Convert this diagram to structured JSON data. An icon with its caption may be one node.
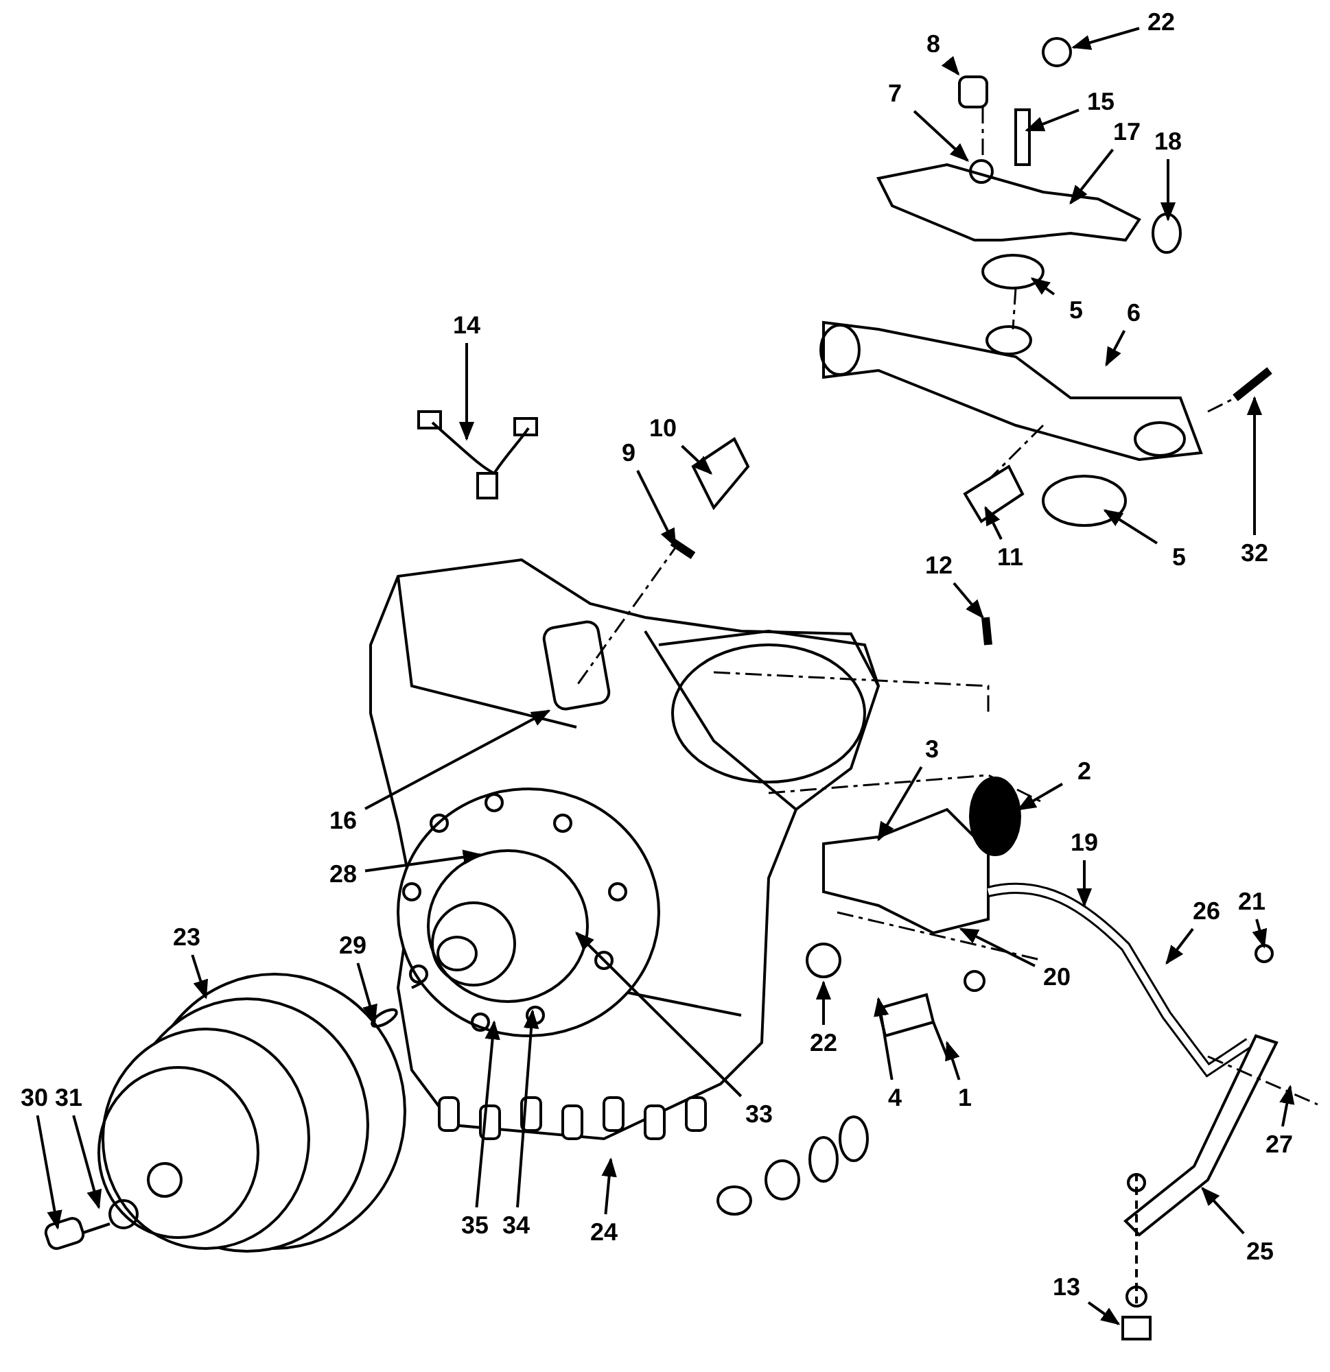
{
  "diagram": {
    "nodes": [
      {
        "text": [
          "22"
        ]
      },
      {
        "text": [
          "8"
        ]
      },
      {
        "text": [
          "7"
        ]
      },
      {
        "text": [
          "15"
        ]
      },
      {
        "text": [
          "17"
        ]
      },
      {
        "text": [
          "18"
        ]
      },
      {
        "text": [
          "5"
        ]
      },
      {
        "text": [
          "6"
        ]
      },
      {
        "text": [
          "14"
        ]
      },
      {
        "text": [
          "10"
        ]
      },
      {
        "text": [
          "9"
        ]
      },
      {
        "text": [
          "11"
        ]
      },
      {
        "text": [
          "5"
        ]
      },
      {
        "text": [
          "32"
        ]
      },
      {
        "text": [
          "12"
        ]
      },
      {
        "text": [
          "3"
        ]
      },
      {
        "text": [
          "2"
        ]
      },
      {
        "text": [
          "16"
        ]
      },
      {
        "text": [
          "19"
        ]
      },
      {
        "text": [
          "28"
        ]
      },
      {
        "text": [
          "26"
        ]
      },
      {
        "text": [
          "21"
        ]
      },
      {
        "text": [
          "20"
        ]
      },
      {
        "text": [
          "23"
        ]
      },
      {
        "text": [
          "29"
        ]
      },
      {
        "text": [
          "22"
        ]
      },
      {
        "text": [
          "4"
        ]
      },
      {
        "text": [
          "1"
        ]
      },
      {
        "text": [
          "33"
        ]
      },
      {
        "text": [
          "30"
        ]
      },
      {
        "text": [
          "31"
        ]
      },
      {
        "text": [
          "27"
        ]
      },
      {
        "text": [
          "35"
        ]
      },
      {
        "text": [
          "34"
        ]
      },
      {
        "text": [
          "24"
        ]
      },
      {
        "text": [
          "25"
        ]
      },
      {
        "text": [
          "13"
        ]
      },
      {
        "text": [],
        "shape": "circle"
      },
      {
        "text": [],
        "shape": "box"
      }
    ],
    "edges": [
      {
        "from": 0,
        "to": 37,
        "arrow": "to"
      },
      {
        "from": 1,
        "to": 38,
        "arrow": "to"
      },
      {
        "from": 2,
        "to": null,
        "arrow": "to"
      },
      {
        "from": 3,
        "to": null,
        "arrow": "to"
      },
      {
        "from": 4,
        "to": null,
        "arrow": "to"
      },
      {
        "from": 5,
        "to": null,
        "arrow": "to"
      },
      {
        "from": 6,
        "to": null,
        "arrow": "to"
      },
      {
        "from": 7,
        "to": null,
        "arrow": "to"
      },
      {
        "from": 8,
        "to": null,
        "arrow": "to"
      },
      {
        "from": 9,
        "to": null,
        "arrow": "to"
      },
      {
        "from": 10,
        "to": null,
        "arrow": "to"
      },
      {
        "from": 11,
        "to": null,
        "arrow": "to"
      },
      {
        "from": 12,
        "to": null,
        "arrow": "to"
      },
      {
        "from": 13,
        "to": null,
        "arrow": "to"
      },
      {
        "from": 14,
        "to": null,
        "arrow": "to"
      },
      {
        "from": 15,
        "to": null,
        "arrow": "to"
      },
      {
        "from": 16,
        "to": null,
        "arrow": "to"
      },
      {
        "from": 17,
        "to": null,
        "arrow": "to"
      },
      {
        "from": 18,
        "to": null,
        "arrow": "to"
      },
      {
        "from": 19,
        "to": null,
        "arrow": "to"
      },
      {
        "from": 20,
        "to": null,
        "arrow": "to"
      },
      {
        "from": 21,
        "to": null,
        "arrow": "to"
      },
      {
        "from": 22,
        "to": null,
        "arrow": "to"
      },
      {
        "from": 23,
        "to": null,
        "arrow": "to"
      },
      {
        "from": 24,
        "to": null,
        "arrow": "to"
      },
      {
        "from": 25,
        "to": null,
        "arrow": "to"
      },
      {
        "from": 26,
        "to": null,
        "arrow": "to"
      },
      {
        "from": 27,
        "to": null,
        "arrow": "to"
      },
      {
        "from": 28,
        "to": null,
        "arrow": "to"
      },
      {
        "from": 29,
        "to": null,
        "arrow": "to"
      },
      {
        "from": 30,
        "to": null,
        "arrow": "to"
      },
      {
        "from": 31,
        "to": null,
        "arrow": "to"
      },
      {
        "from": 32,
        "to": null,
        "arrow": "to"
      },
      {
        "from": 33,
        "to": null,
        "arrow": "to"
      },
      {
        "from": 34,
        "to": null,
        "arrow": "to"
      },
      {
        "from": 35,
        "to": null,
        "arrow": "to"
      },
      {
        "from": 36,
        "to": null,
        "arrow": "to"
      }
    ]
  }
}
